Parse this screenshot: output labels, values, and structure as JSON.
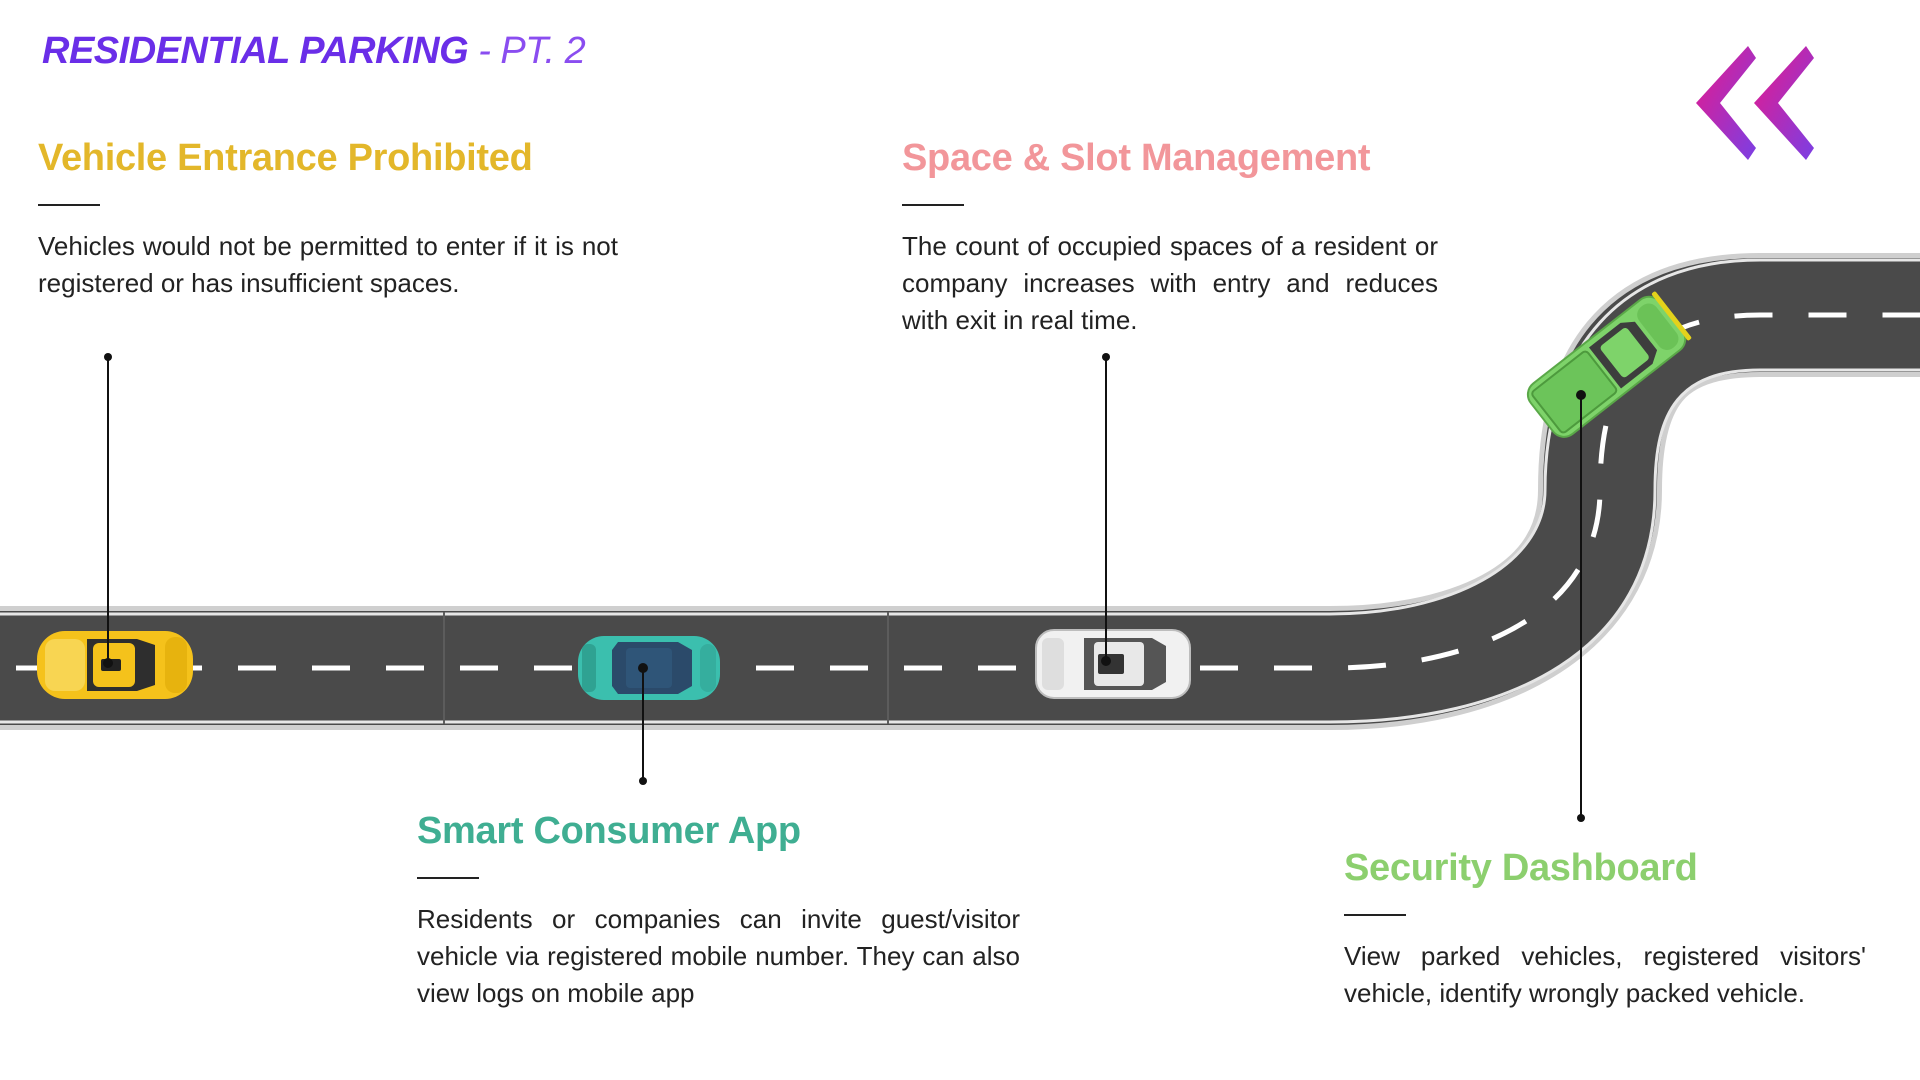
{
  "title": {
    "main": "RESIDENTIAL PARKING",
    "sub": " - PT. 2"
  },
  "colors": {
    "title_purple": "#6a2ee8",
    "logo_pink": "#e8198b",
    "logo_purple": "#7b3fe4",
    "road": "#4a4a4a",
    "road_edge": "#c9c9c9",
    "lane_dash": "#ffffff"
  },
  "features": [
    {
      "id": "vehicle-entrance",
      "heading": "Vehicle Entrance Prohibited",
      "color": "#e3b72a",
      "description": "Vehicles would not be permitted to enter if it is not registered or has insufficient spaces.",
      "car": "yellow-taxi"
    },
    {
      "id": "smart-app",
      "heading": "Smart Consumer App",
      "color": "#3fae92",
      "description": "Residents or companies can invite guest/visitor vehicle via registered mobile number. They can also view logs on mobile app",
      "car": "teal-car"
    },
    {
      "id": "slot-management",
      "heading": "Space & Slot Management",
      "color": "#f2969a",
      "description": "The count of occupied spaces of a resident or company increases with entry and reduces with exit in real time.",
      "car": "white-suv"
    },
    {
      "id": "security-dashboard",
      "heading": "Security Dashboard",
      "color": "#8ccf6e",
      "description": "View parked vehicles, registered visitors' vehicle, identify wrongly packed vehicle.",
      "car": "green-pickup"
    }
  ],
  "icons": [
    "double-chevron-left-logo"
  ]
}
